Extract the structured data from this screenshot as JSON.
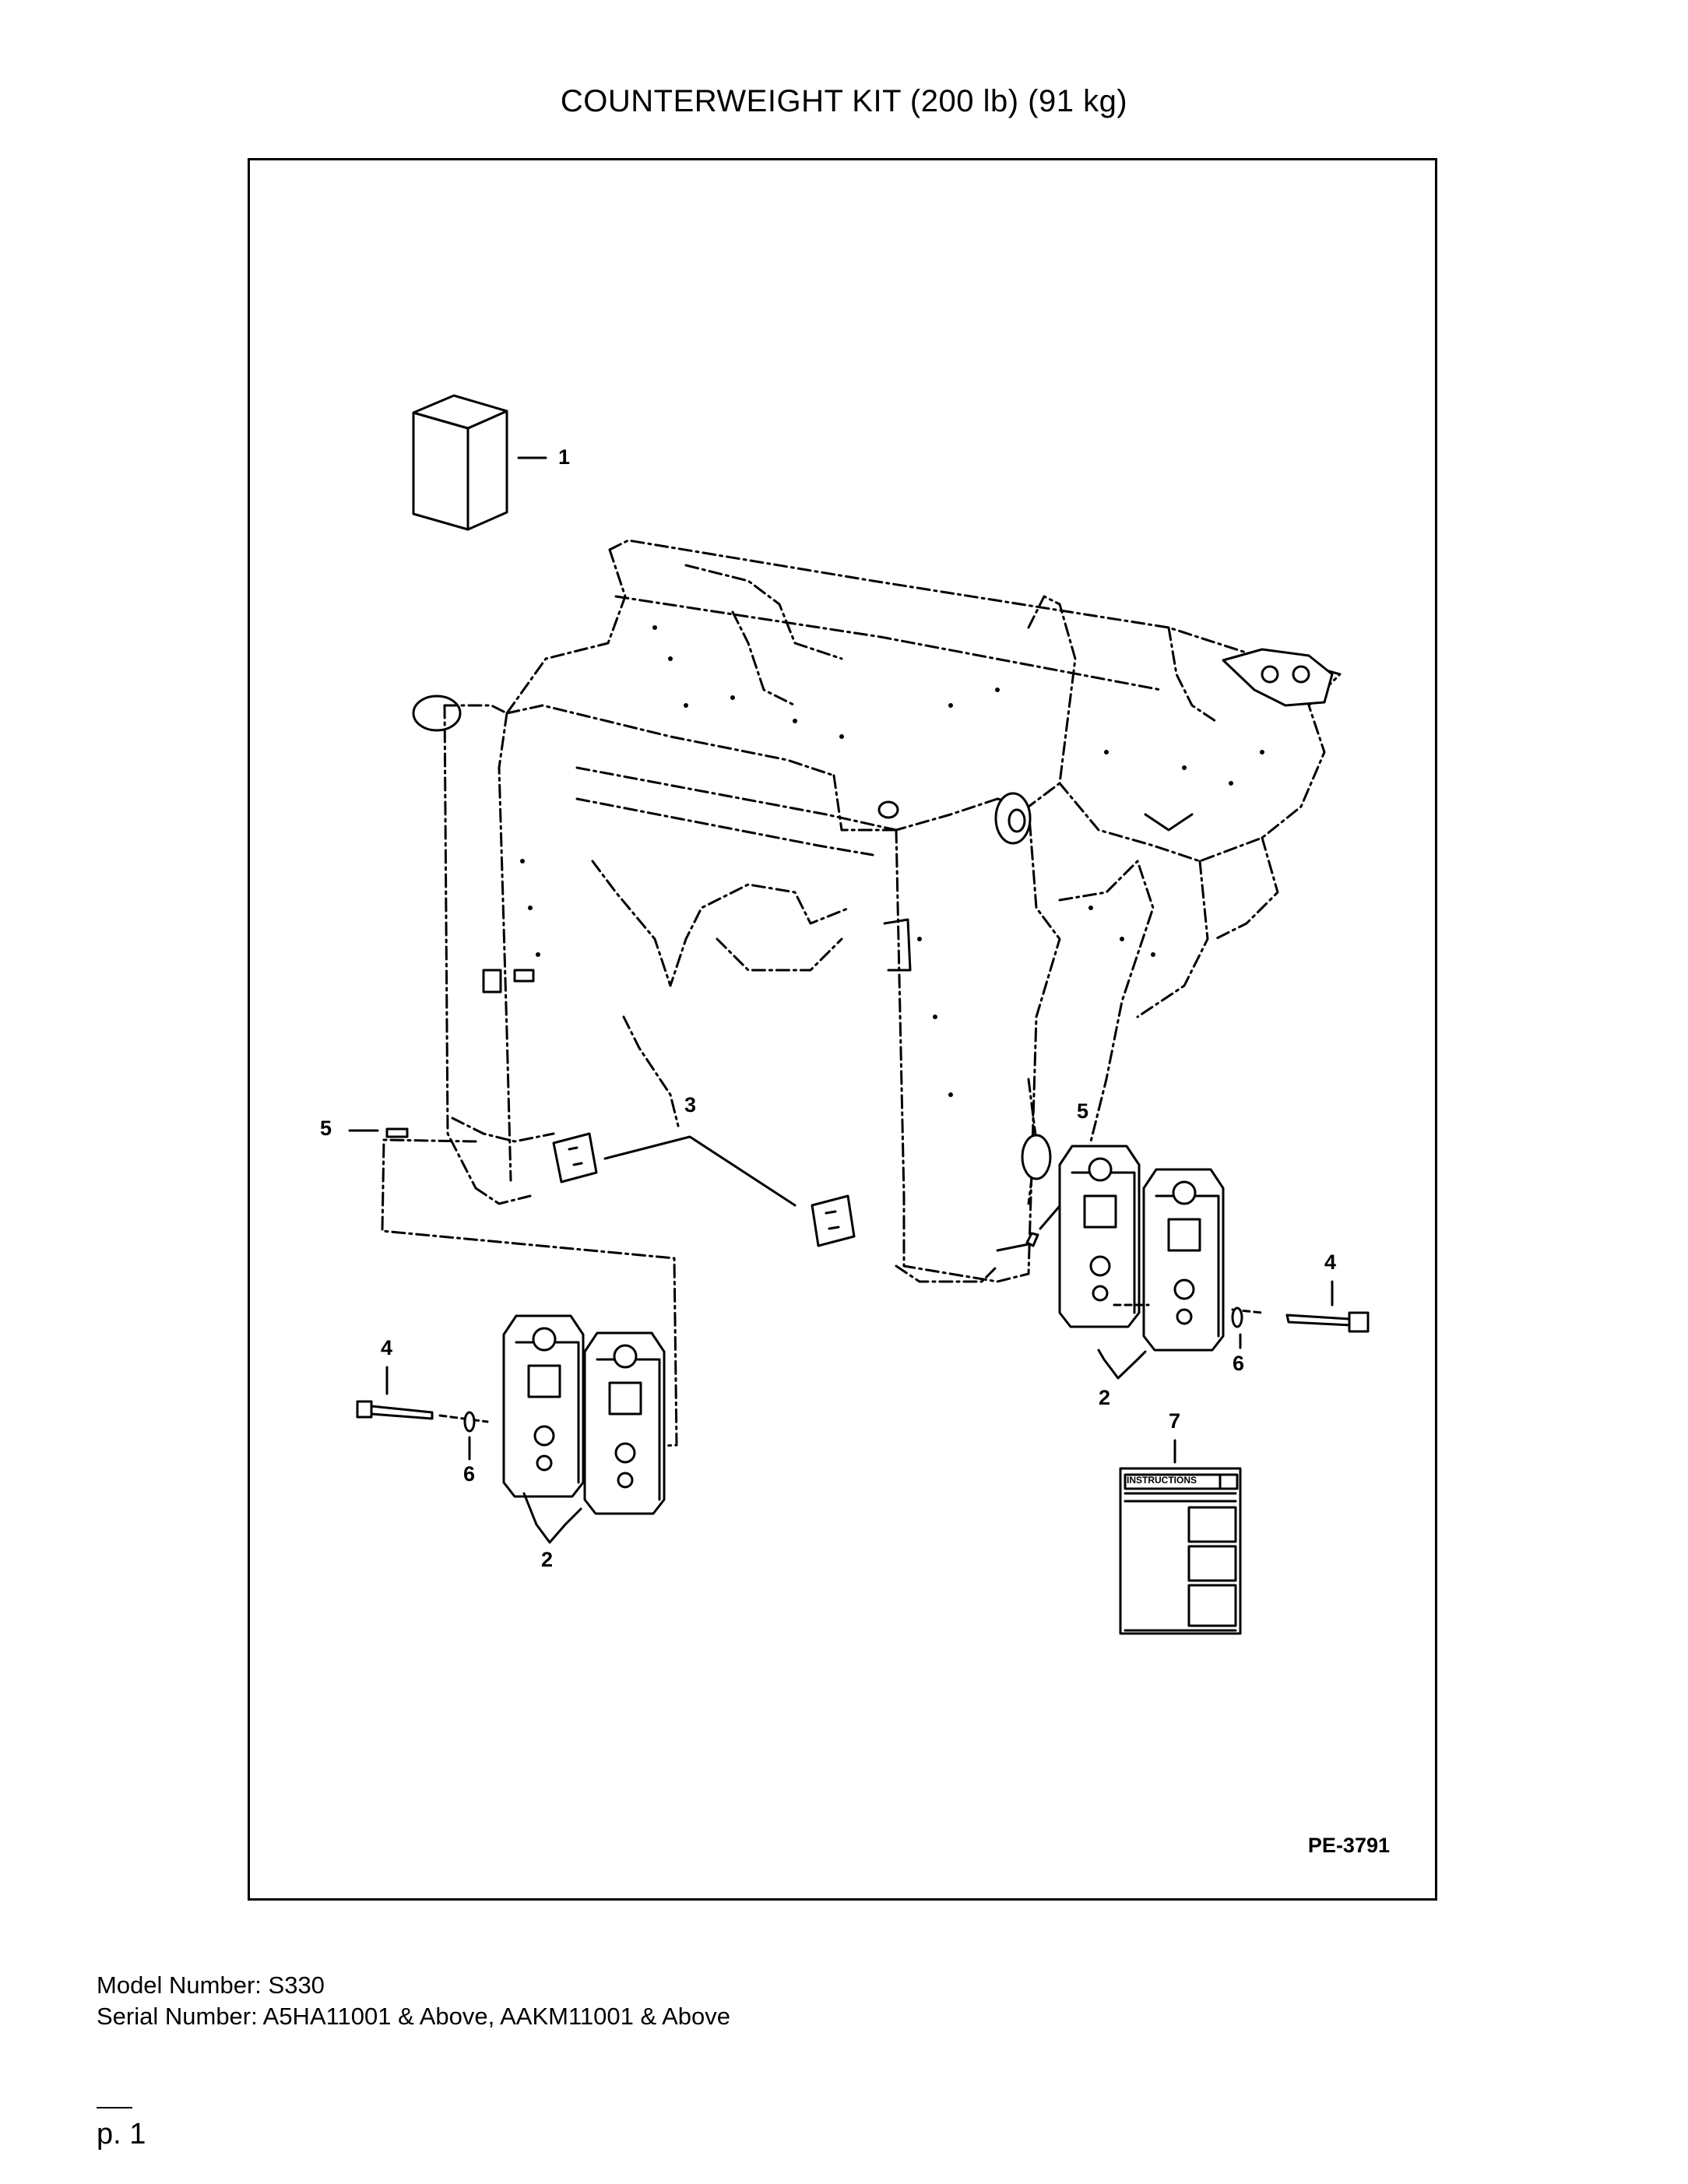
{
  "document": {
    "title": "COUNTERWEIGHT KIT (200 lb) (91 kg)",
    "figure_code": "PE-3791",
    "callouts": {
      "box": "1",
      "weights_left": "2",
      "weights_right": "2",
      "plates": "3",
      "bolt_left": "4",
      "bolt_right": "4",
      "pin_left": "5",
      "pin_right": "5",
      "washer_left": "6",
      "washer_right": "6",
      "instructions": "7"
    },
    "instructions_label": "INSTRUCTIONS",
    "model_number": "Model Number: S330",
    "serial_number": "Serial Number: A5HA11001 & Above, AAKM11001 & Above",
    "page": "p. 1"
  }
}
